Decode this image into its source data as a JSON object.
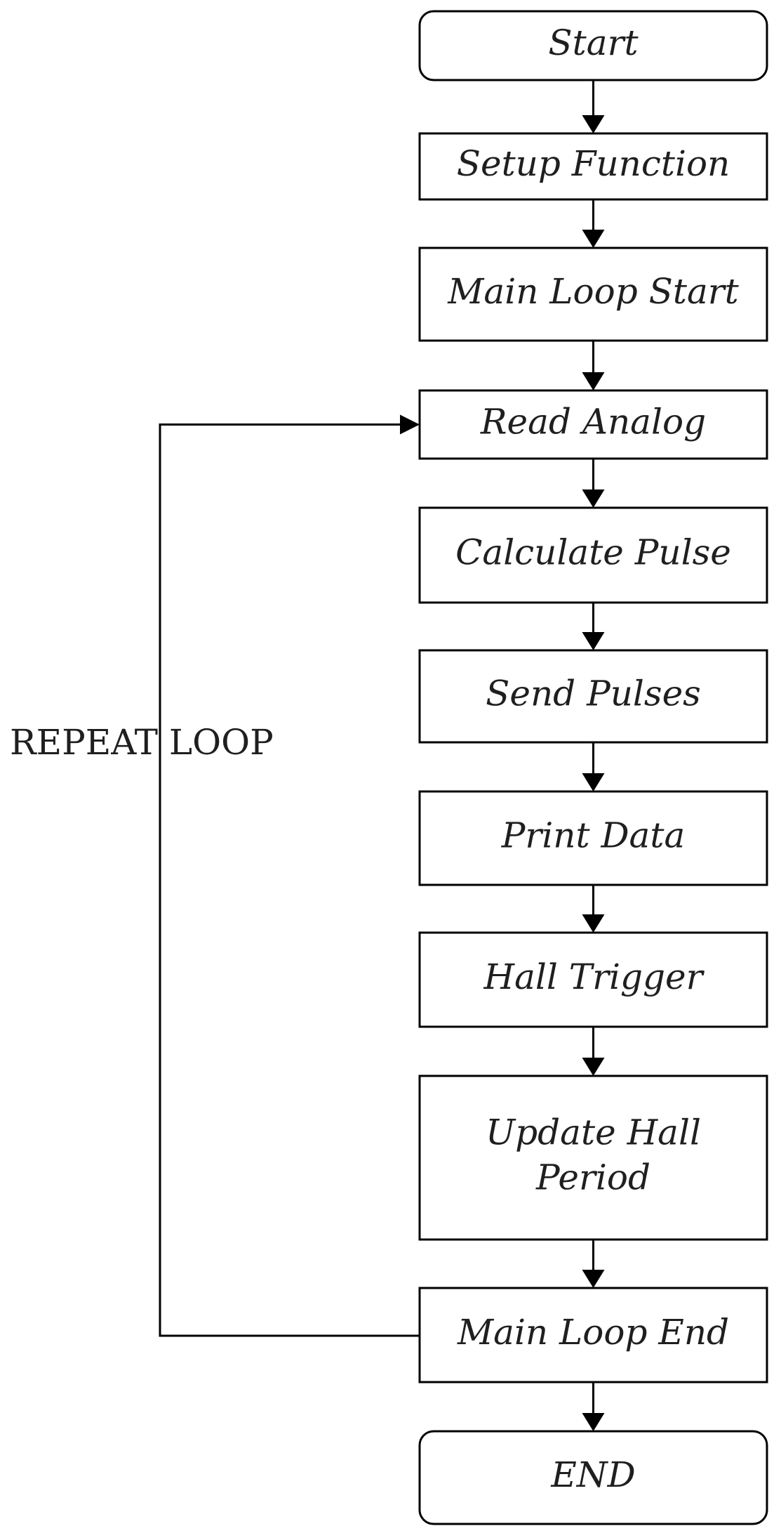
{
  "diagram": {
    "nodes": [
      {
        "id": "start",
        "lines": [
          "Start"
        ],
        "shape": "rounded"
      },
      {
        "id": "setup-function",
        "lines": [
          "Setup Function"
        ],
        "shape": "rect"
      },
      {
        "id": "main-loop-start",
        "lines": [
          "Main Loop Start"
        ],
        "shape": "rect"
      },
      {
        "id": "read-analog",
        "lines": [
          "Read Analog"
        ],
        "shape": "rect"
      },
      {
        "id": "calculate-pulse",
        "lines": [
          "Calculate Pulse"
        ],
        "shape": "rect"
      },
      {
        "id": "send-pulses",
        "lines": [
          "Send Pulses"
        ],
        "shape": "rect"
      },
      {
        "id": "print-data",
        "lines": [
          "Print Data"
        ],
        "shape": "rect"
      },
      {
        "id": "hall-trigger",
        "lines": [
          "Hall Trigger"
        ],
        "shape": "rect"
      },
      {
        "id": "update-hall-period",
        "lines": [
          "Update Hall",
          "Period"
        ],
        "shape": "rect"
      },
      {
        "id": "main-loop-end",
        "lines": [
          "Main Loop End"
        ],
        "shape": "rect"
      },
      {
        "id": "end",
        "lines": [
          "END"
        ],
        "shape": "rounded"
      }
    ],
    "edges": [
      {
        "from": "start",
        "to": "setup-function"
      },
      {
        "from": "setup-function",
        "to": "main-loop-start"
      },
      {
        "from": "main-loop-start",
        "to": "read-analog"
      },
      {
        "from": "read-analog",
        "to": "calculate-pulse"
      },
      {
        "from": "calculate-pulse",
        "to": "send-pulses"
      },
      {
        "from": "send-pulses",
        "to": "print-data"
      },
      {
        "from": "print-data",
        "to": "hall-trigger"
      },
      {
        "from": "hall-trigger",
        "to": "update-hall-period"
      },
      {
        "from": "update-hall-period",
        "to": "main-loop-end"
      },
      {
        "from": "main-loop-end",
        "to": "end"
      }
    ],
    "loop": {
      "from": "main-loop-end",
      "to": "read-analog",
      "label": "REPEAT LOOP"
    },
    "colors": {
      "stroke": "#000000",
      "text": "#1f1f1f",
      "background": "#ffffff"
    }
  }
}
